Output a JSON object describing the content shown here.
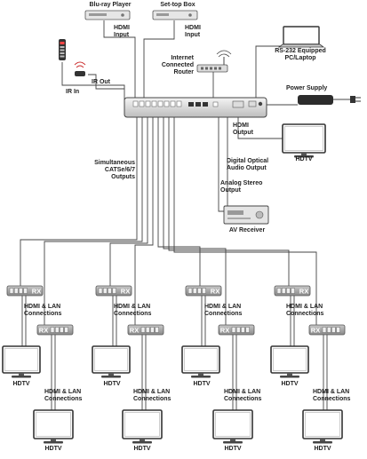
{
  "labels": {
    "bluray": "Blu-ray Player",
    "settop": "Set-top Box",
    "hdmi_input_1": "HDMI\nInput",
    "hdmi_input_2": "HDMI\nInput",
    "router": "Internet\nConnected\nRouter",
    "pc": "RS-232 Equipped\nPC/Laptop",
    "ir_out": "IR Out",
    "ir_in": "IR In",
    "power": "Power Supply",
    "hdmi_output": "HDMI\nOutput",
    "hdtv_main": "HDTV",
    "outputs": "Simultaneous\nCATSe/6/7\nOutputs",
    "optical": "Digital Optical\nAudio Output",
    "analog": "Analog Stereo\nOutput",
    "av_receiver": "AV Receiver",
    "rx": "RX",
    "connections": "HDMI & LAN\nConnections",
    "hdtv": "HDTV"
  }
}
